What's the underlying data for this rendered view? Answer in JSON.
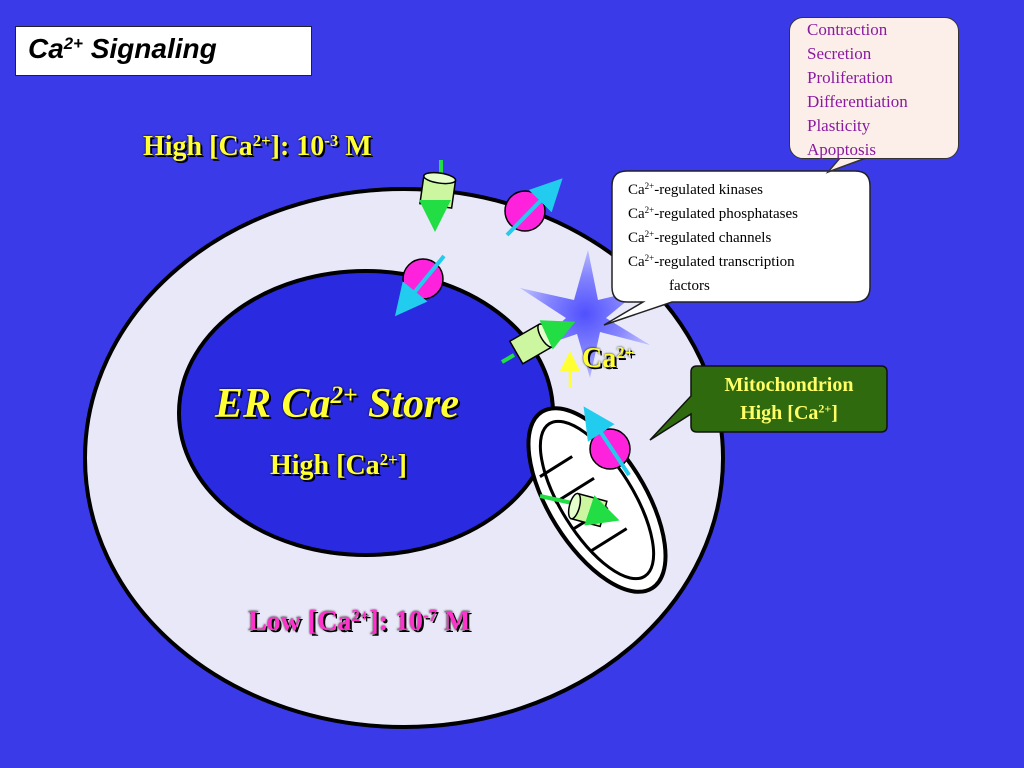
{
  "title": {
    "text": "Ca",
    "sup": "2+",
    "rest": " Signaling"
  },
  "extracellular": {
    "pre": "High [Ca",
    "sup": "2+",
    "mid": "]: 10",
    "exp": "-3",
    "post": " M"
  },
  "cytosol": {
    "pre": "Low [Ca",
    "sup": "2+",
    "mid": "]: 10",
    "exp": "-7",
    "post": " M"
  },
  "er": {
    "store": {
      "pre": "ER Ca",
      "sup": "2+",
      "post": " Store"
    },
    "high": {
      "pre": "High [Ca",
      "sup": "2+",
      "post": "]"
    }
  },
  "release": {
    "ion": "Ca",
    "sup": "2+"
  },
  "outcomes": [
    "Contraction",
    "Secretion",
    "Proliferation",
    "Differentiation",
    "Plasticity",
    "Apoptosis"
  ],
  "effectors": {
    "ion": "Ca",
    "sup": "2+",
    "items": [
      "-regulated kinases",
      "-regulated phosphatases",
      "-regulated channels",
      "-regulated transcription"
    ],
    "continuation": "factors"
  },
  "mitochondrion": {
    "name": "Mitochondrion",
    "high": {
      "pre": "High [Ca",
      "sup": "2+",
      "post": "]"
    }
  },
  "colors": {
    "background": "#3a3ae8",
    "cytosol": "#e8e8f8",
    "er": "#2a2ae0",
    "pump": "#ff22dd",
    "pump_arrow": "#22ccee",
    "channel": "#ccf7a0",
    "channel_arrow": "#22dd44",
    "label_yellow": "#ffff33",
    "label_pink": "#ff33cc",
    "mito_box": "#2f6a0e",
    "outcome_text": "#8a1aa0"
  }
}
